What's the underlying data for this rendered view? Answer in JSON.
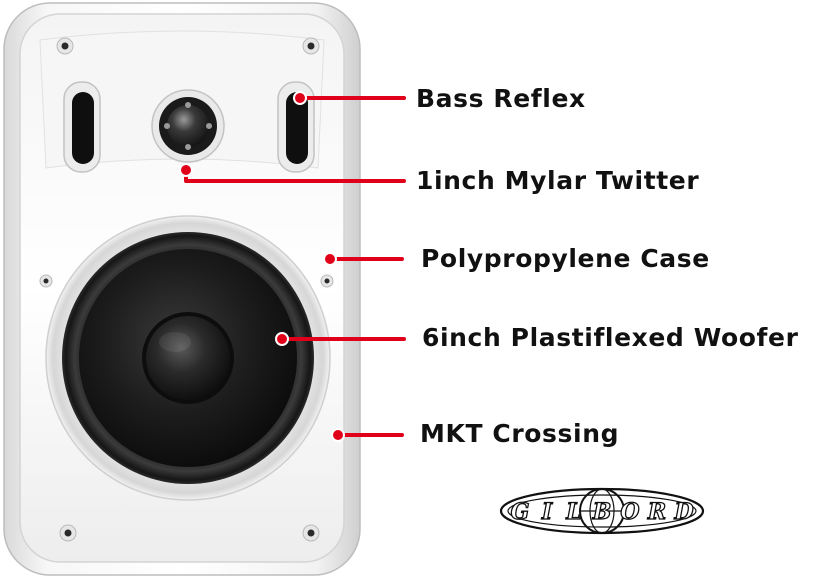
{
  "callouts": [
    {
      "id": "bass-reflex",
      "label": "Bass Reflex"
    },
    {
      "id": "tweeter",
      "label": "1inch Mylar Twitter"
    },
    {
      "id": "case",
      "label": "Polypropylene Case"
    },
    {
      "id": "woofer",
      "label": "6inch Plastiflexed Woofer"
    },
    {
      "id": "crossing",
      "label": "MKT Crossing"
    }
  ],
  "logo": {
    "brand": "GILBORD",
    "letters": [
      "G",
      "I",
      "L",
      "B",
      "O",
      "R",
      "D"
    ]
  },
  "colors": {
    "callout_red": "#e0001a",
    "speaker_white": "#f3f3f3",
    "cone_black": "#141414",
    "text": "#111111"
  }
}
